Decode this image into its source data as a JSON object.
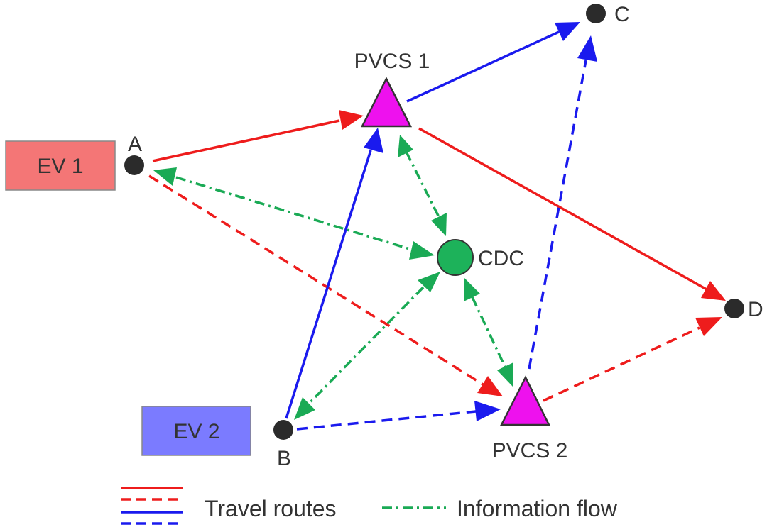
{
  "colors": {
    "travel_red": "#ee1c1c",
    "travel_blue": "#1a1aee",
    "info_green": "#1aaa55",
    "node_dark": "#2b2b2b",
    "station_magenta": "#ee11ee",
    "cdc_green": "#1db25a",
    "ev1_fill": "#f47676",
    "ev2_fill": "#7b7bff",
    "text": "#333333"
  },
  "vehicles": {
    "ev1": "EV 1",
    "ev2": "EV 2"
  },
  "nodes": {
    "a": "A",
    "b": "B",
    "c": "C",
    "d": "D",
    "cdc": "CDC"
  },
  "stations": {
    "pvcs1": "PVCS 1",
    "pvcs2": "PVCS 2"
  },
  "legend": {
    "travel": "Travel routes",
    "info": "Information flow"
  }
}
